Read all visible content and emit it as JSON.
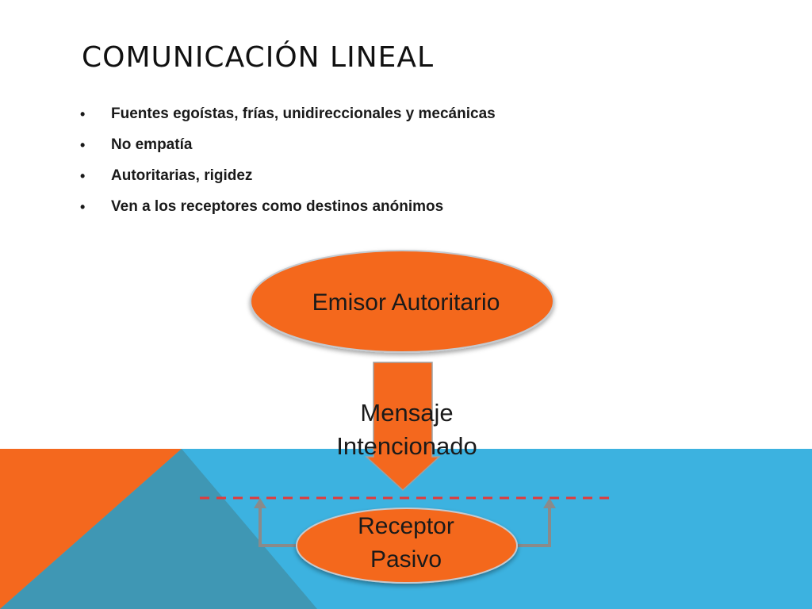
{
  "slide": {
    "title": "Comunicación lineal",
    "bullets": [
      "Fuentes egoístas, frías, unidireccionales y mecánicas",
      "No empatía",
      "Autoritarias, rigidez",
      "Ven a los receptores como destinos anónimos"
    ]
  },
  "diagram": {
    "emisor": "Emisor Autoritario",
    "mensaje_line1": "Mensaje",
    "mensaje_line2": "Intencionado",
    "receptor_line1": "Receptor",
    "receptor_line2": "Pasivo"
  },
  "colors": {
    "orange": "#f4681e",
    "blue": "#3cb2e0",
    "teal": "#3f97b4",
    "dashed_line": "#e23a3a",
    "feedback_arrow": "#8a8a8a"
  }
}
